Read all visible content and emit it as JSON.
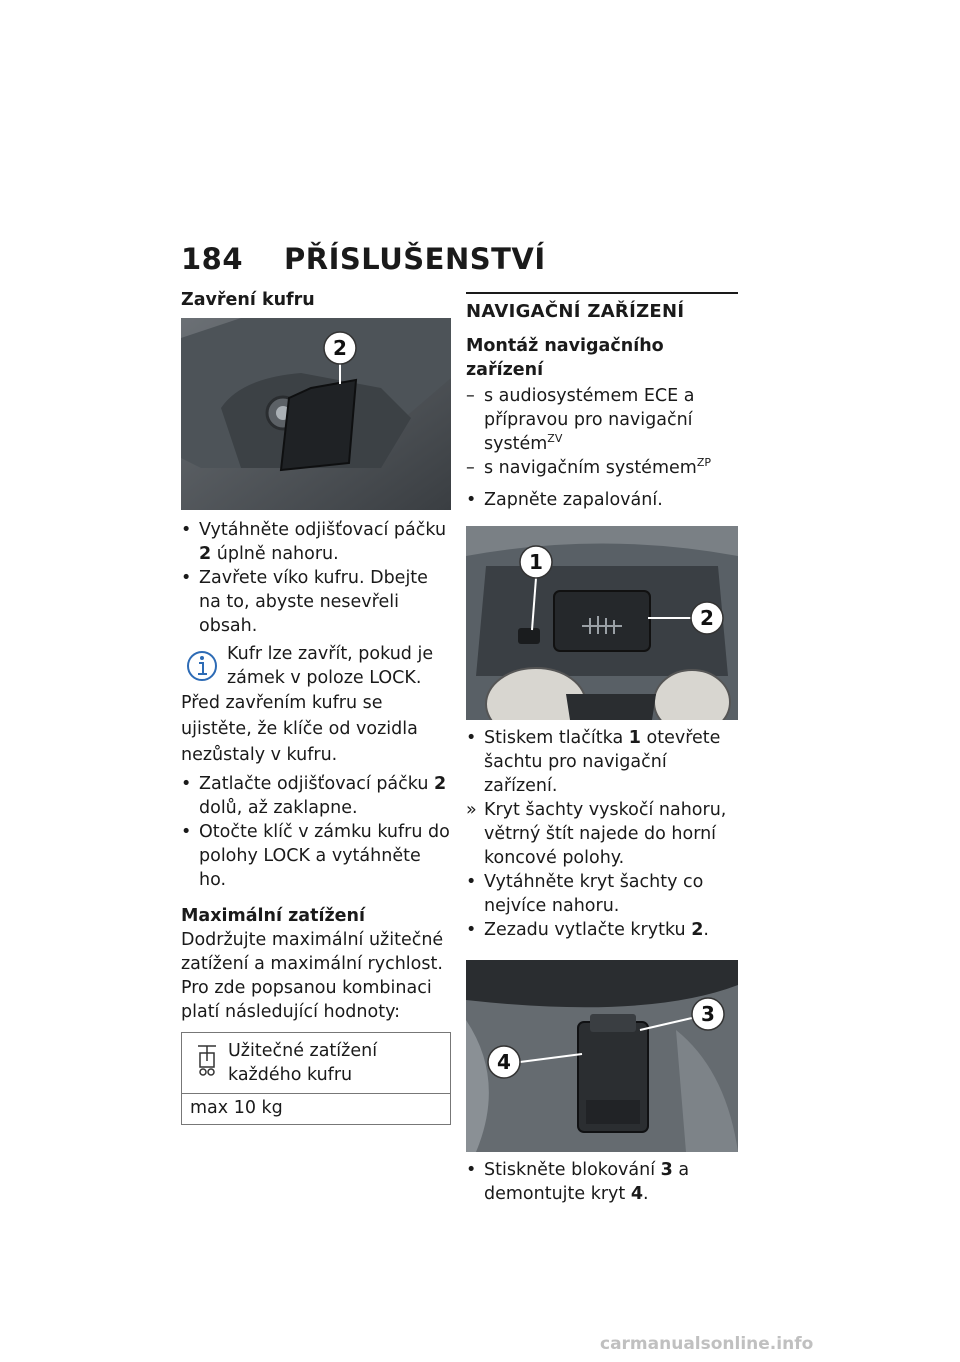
{
  "header": {
    "page_number": "184",
    "title": "PŘÍSLUŠENSTVÍ"
  },
  "left": {
    "heading1": "Zavření kufru",
    "fig_callout": "2",
    "bullets1": [
      {
        "pre": "Vytáhněte odjišťovací páčku ",
        "bold": "2",
        "post": " úplně nahoru."
      },
      {
        "pre": "Zavřete víko kufru. Dbejte na to, abyste nesevřeli obsah.",
        "bold": "",
        "post": ""
      }
    ],
    "info_text": "Kufr lze zavřít, pokud je zámek v poloze LOCK.",
    "para1": "Před zavřením kufru se ujistěte, že klíče od vozidla nezůstaly v kufru.",
    "bullets2": [
      {
        "pre": "Zatlačte odjišťovací páčku ",
        "bold": "2",
        "post": " dolů, až zaklapne."
      },
      {
        "pre": "Otočte klíč v zámku kufru do polohy LOCK a vytáhněte ho.",
        "bold": "",
        "post": ""
      }
    ],
    "heading2": "Maximální zatížení",
    "para2": "Dodržujte maximální užitečné zatížení a maximální rychlost. Pro zde popsanou kombinaci platí následující hodnoty:",
    "table_label": "Užitečné zatížení každého kufru",
    "table_value": "max 10 kg"
  },
  "right": {
    "section_title": "NAVIGAČNÍ ZAŘÍZENÍ",
    "heading": "Montáž navigačního zařízení",
    "dash_items": [
      {
        "text": "s audiosystémem ECE a přípravou pro navigační systém",
        "sup": "ZV"
      },
      {
        "text": "s navigačním systémem",
        "sup": "ZP"
      }
    ],
    "bullet_ignition": "Zapněte zapalování.",
    "fig2_callouts": [
      "1",
      "2"
    ],
    "steps": [
      {
        "mk": "•",
        "pre": "Stiskem tlačítka ",
        "bold": "1",
        "post": " otevřete šachtu pro navigační zařízení."
      },
      {
        "mk": "»",
        "pre": "Kryt šachty vyskočí nahoru, větrný štít najede do horní koncové polohy.",
        "bold": "",
        "post": ""
      },
      {
        "mk": "•",
        "pre": "Vytáhněte kryt šachty co nejvíce nahoru.",
        "bold": "",
        "post": ""
      },
      {
        "mk": "•",
        "pre": "Zezadu vytlačte krytku ",
        "bold": "2",
        "post": "."
      }
    ],
    "fig3_callouts": [
      "3",
      "4"
    ],
    "final_step": {
      "pre": "Stiskněte blokování ",
      "bold": "3",
      "mid": " a demontujte kryt ",
      "bold2": "4",
      "post": "."
    }
  },
  "footer": {
    "watermark": "carmanualsonline.info"
  }
}
